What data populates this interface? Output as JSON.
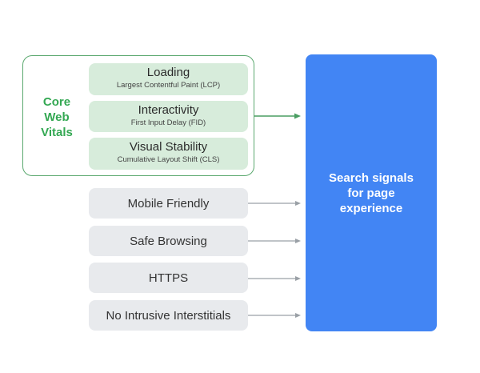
{
  "core_web_vitals": {
    "label_lines": [
      "Core",
      "Web",
      "Vitals"
    ],
    "metrics": [
      {
        "name": "Loading",
        "detail": "Largest Contentful Paint (LCP)"
      },
      {
        "name": "Interactivity",
        "detail": "First Input Delay (FID)"
      },
      {
        "name": "Visual Stability",
        "detail": "Cumulative Layout Shift (CLS)"
      }
    ]
  },
  "signals": [
    {
      "label": "Mobile Friendly"
    },
    {
      "label": "Safe Browsing"
    },
    {
      "label": "HTTPS"
    },
    {
      "label": "No Intrusive Interstitials"
    }
  ],
  "target": {
    "label_lines": [
      "Search signals",
      "for page",
      "experience"
    ]
  },
  "colors": {
    "core_web_vitals_green": "#34a853",
    "metric_fill": "#d7ecdb",
    "signal_fill": "#e8eaed",
    "target_blue": "#4285f4",
    "connector_gray": "#9aa0a6"
  }
}
